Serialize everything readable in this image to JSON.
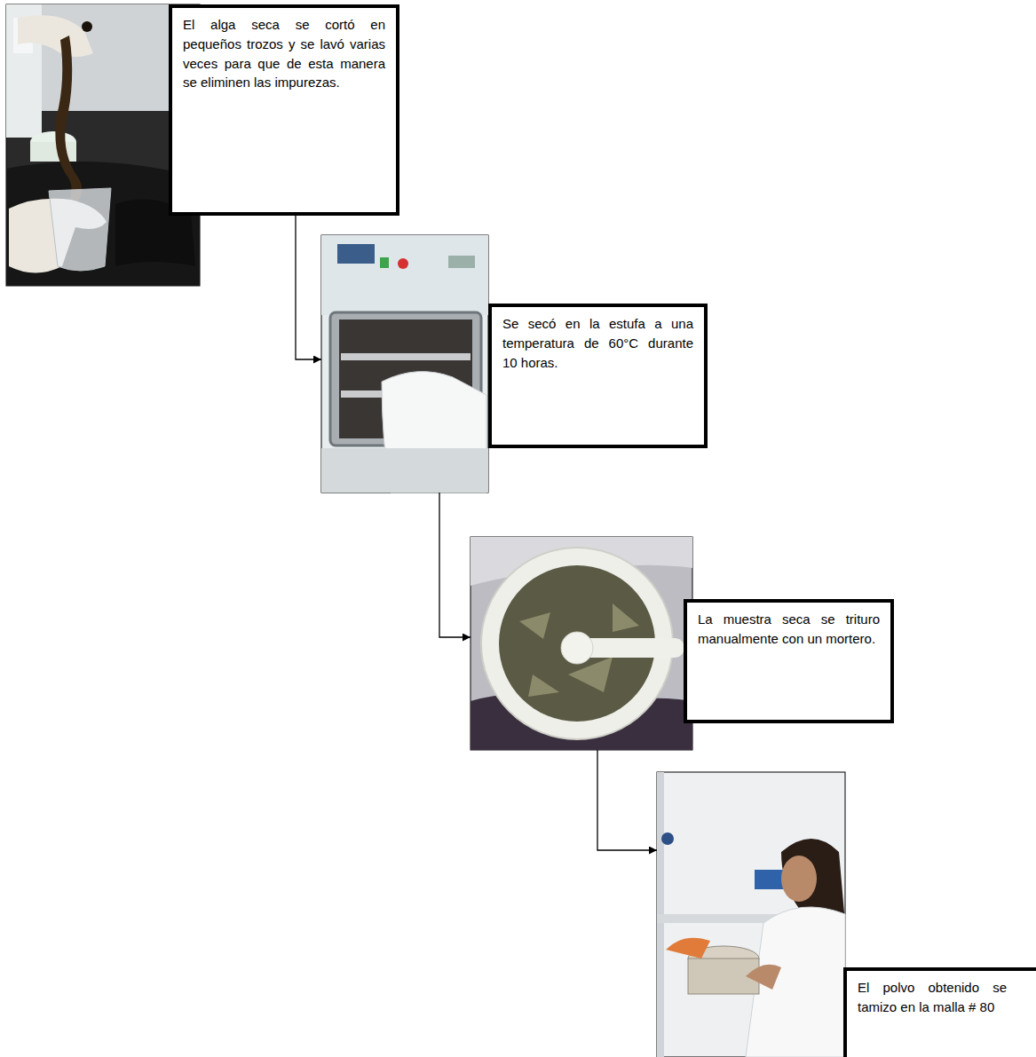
{
  "diagram": {
    "nodes": [
      {
        "text": [
          "El alga seca se cortó en pequeños trozos y se lavó varias veces para que de esta manera se eliminen las impurezas."
        ]
      },
      {
        "text": [
          "Se secó en la estufa a una temperatura de 60°C durante 10 horas."
        ]
      },
      {
        "text": [
          "La muestra seca se trituro manualmente con un mortero."
        ]
      },
      {
        "text": [
          "El polvo obtenido se tamizo en la malla # 80"
        ]
      }
    ],
    "edges": [
      {
        "from": 0,
        "to": 1,
        "arrow": "to"
      },
      {
        "from": 1,
        "to": 2,
        "arrow": "to"
      },
      {
        "from": 2,
        "to": 3,
        "arrow": "to"
      }
    ]
  }
}
